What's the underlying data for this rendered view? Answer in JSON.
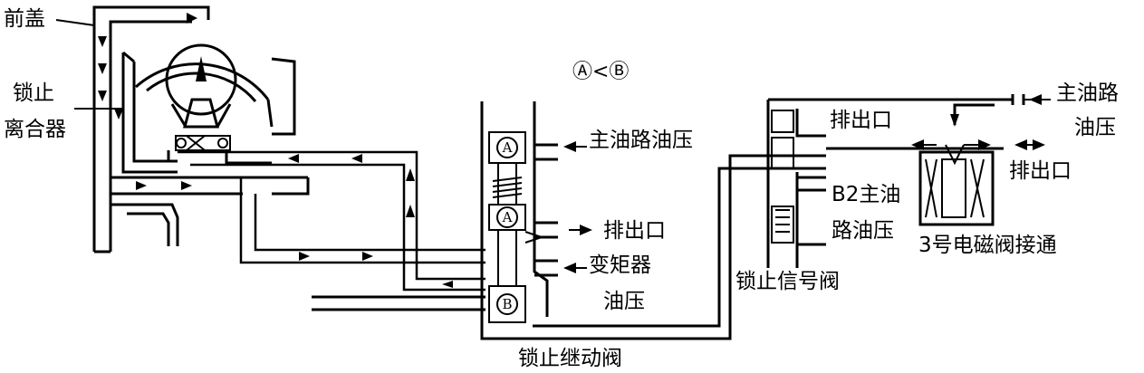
{
  "labels": {
    "front_cover": "前盖",
    "lockup_clutch_l1": "锁止",
    "lockup_clutch_l2": "离合器",
    "pressure_relation": "Ⓐ<Ⓑ",
    "main_line_pressure": "主油路油压",
    "exhaust_port_relay": "排出口",
    "converter_l1": "变矩器",
    "converter_l2": "油压",
    "lockup_relay_valve": "锁止继动阀",
    "exhaust_port_signal": "排出口",
    "b2_main_l1": "B2主油",
    "b2_main_l2": "路油压",
    "lockup_signal_valve": "锁止信号阀",
    "main_line_l1": "主油路",
    "main_line_l2": "油压",
    "exhaust_port_solenoid": "排出口",
    "solenoid_on": "3号电磁阀接通",
    "chamber_a": "A",
    "chamber_a2": "A",
    "chamber_b": "B"
  }
}
